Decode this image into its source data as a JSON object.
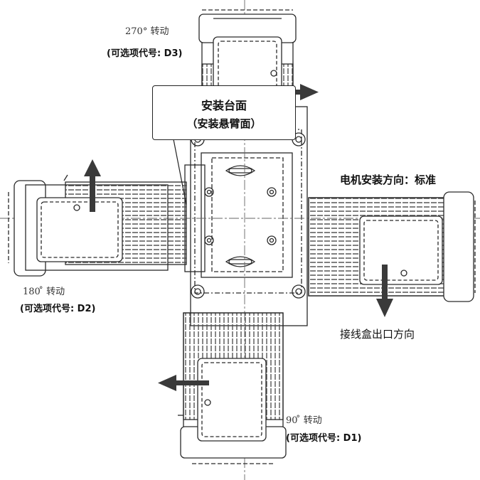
{
  "mount_surface": {
    "title": "安装台面",
    "subtitle": "（安装悬臂面）"
  },
  "orientations": {
    "d3": {
      "rotation": "270° 转动",
      "option": "(可选项代号: D3)"
    },
    "d2": {
      "rotation": "180 ̊ 转动",
      "option": "(可选项代号: D2)"
    },
    "d1": {
      "rotation": "90 ̊ 转动",
      "option": "(可选项代号: D1)"
    },
    "standard": {
      "label": "电机安装方向：标准"
    }
  },
  "terminal_box": {
    "label": "接线盒出口方向"
  },
  "colors": {
    "line": "#2a2a2a",
    "arrow": "#3a3a3a",
    "dash": "#666666",
    "fin": "#555555"
  }
}
